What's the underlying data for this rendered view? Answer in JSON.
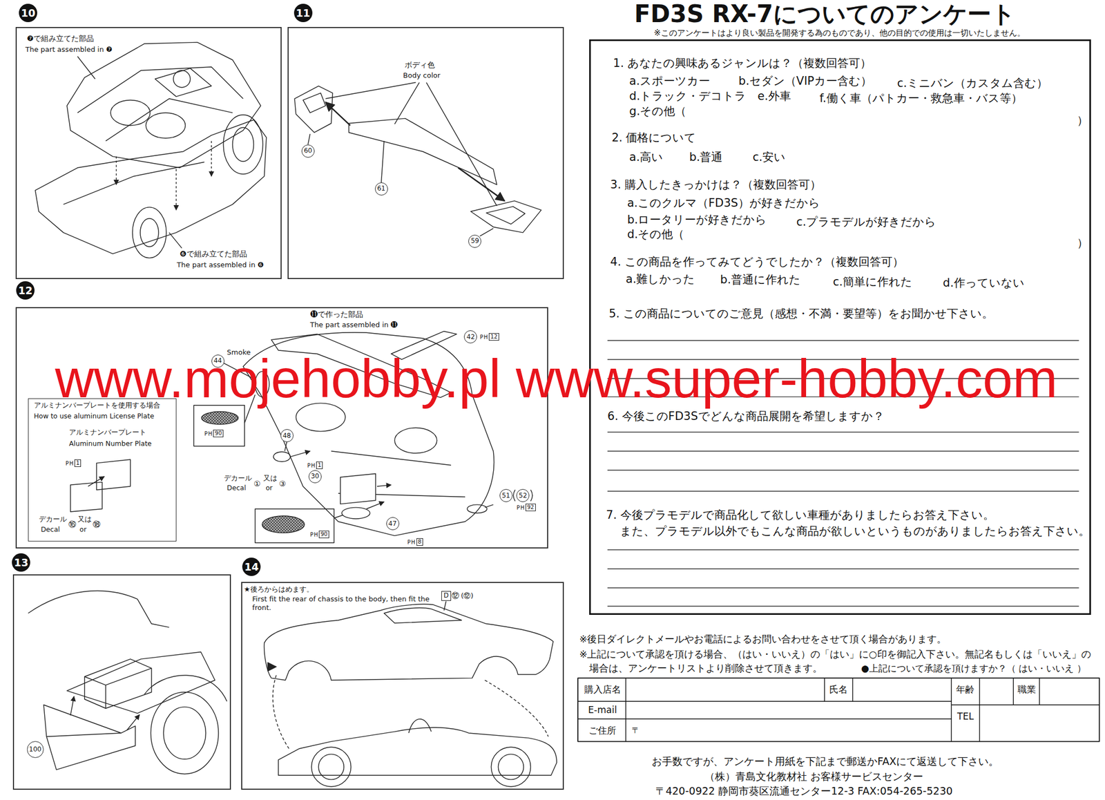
{
  "diagram": {
    "title": "FD3S RX-7についてのアンケート",
    "nodes": [
      {
        "text": [
          "10",
          "❼で組み立てた部品",
          "The part assembled in ❼",
          "❻で組み立てた部品",
          "The part assembled in ❻"
        ]
      },
      {
        "text": [
          "11",
          "ボディ色",
          "Body color"
        ]
      },
      {
        "text": [
          "60"
        ],
        "in": 1
      },
      {
        "text": [
          "61"
        ],
        "in": 1
      },
      {
        "text": [
          "59"
        ],
        "in": 1
      },
      {
        "text": [
          "12",
          "⓫で作った部品",
          "The part assembled in ⓫",
          "Smoke",
          "デカール",
          "Decal",
          "①",
          "又は",
          "or",
          "③"
        ]
      },
      {
        "text": [
          "42"
        ],
        "in": 5
      },
      {
        "text": [
          "PH",
          "12"
        ],
        "in": 5
      },
      {
        "text": [
          "44"
        ],
        "in": 5
      },
      {
        "text": [
          "アルミナンバープレートを使用する場合",
          "How to use aluminum License Plate",
          "アルミナンバープレート",
          "Aluminum Number Plate",
          "デカール",
          "Decal",
          "⑯",
          "又は",
          "or",
          "⑱"
        ],
        "in": 5
      },
      {
        "text": [
          "PH",
          "1"
        ],
        "in": 9
      },
      {
        "text": [
          "PH",
          "90"
        ],
        "in": 5
      },
      {
        "text": [
          "48"
        ],
        "in": 5
      },
      {
        "text": [
          "PH",
          "1"
        ],
        "in": 5
      },
      {
        "text": [
          "30"
        ],
        "in": 5
      },
      {
        "text": [
          "PH",
          "90"
        ],
        "in": 5
      },
      {
        "text": [
          "47"
        ],
        "in": 5
      },
      {
        "text": [
          "PH",
          "8"
        ],
        "in": 5
      },
      {
        "text": [
          "51"
        ],
        "in": 5
      },
      {
        "text": [
          "52"
        ],
        "in": 5
      },
      {
        "text": [
          "PH",
          "92"
        ],
        "in": 5
      },
      {
        "text": [
          "13"
        ]
      },
      {
        "text": [
          "100"
        ],
        "in": 21
      },
      {
        "text": [
          "14",
          "★後ろからはめます。",
          "First fit the rear of chassis to the body, then fit the front.",
          "⑫",
          "(⑫)"
        ]
      },
      {
        "text": [
          "D"
        ],
        "in": 23
      },
      {
        "text": [
          "1. あなたの興味あるジャンルは？（複数回答可）",
          "a.スポーツカー",
          "b.セダン（VIPカー含む）",
          "c.ミニバン（カスタム含む）",
          "d.トラック・デコトラ",
          "e.外車",
          "f.働く車（パトカー・救急車・バス等）",
          "g.その他（",
          "）",
          "2. 価格について",
          "a.高い",
          "b.普通",
          "c.安い",
          "3. 購入したきっかけは？（複数回答可）",
          "a.このクルマ（FD3S）が好きだから",
          "b.ロータリーが好きだから",
          "c.プラモデルが好きだから",
          "d.その他（",
          "）",
          "4. この商品を作ってみてどうでしたか？（複数回答可）",
          "a.難しかった",
          "b.普通に作れた",
          "c.簡単に作れた",
          "d.作っていない",
          "5. この商品についてのご意見（感想・不満・要望等）をお聞かせ下さい。",
          "6. 今後このFD3Sでどんな商品展開を希望しますか？",
          "7. 今後プラモデルで商品化して欲しい車種がありましたらお答え下さい。",
          "また、プラモデル以外でもこんな商品が欲しいというものがありましたらお答え下さい。"
        ]
      }
    ],
    "labels": [
      "※このアンケートはより良い製品を開発する為のものであり、他の目的での使用は一切いたしません。",
      "www.mojehobby.pl www.super-hobby.com",
      "※後日ダイレクトメールやお電話によるお問い合わせをさせて頂く場合があります。",
      "※上記について承認を頂ける場合、（はい・いいえ）の「はい」に○印を御記入下さい。無記名もしくは「いいえ」の",
      "場合は、アンケートリストより削除させて頂きます。",
      "●上記について承認を頂けますか？（ はい・いいえ ）",
      "購入店名",
      "氏名",
      "年齢",
      "職業",
      "E-mail",
      "TEL",
      "ご住所",
      "〒",
      "お手数ですが、アンケート用紙を下記まで郵送かFAXにて返送して下さい。",
      "（株）青島文化教材社 お客様サービスセンター",
      "〒420-0922 静岡市葵区流通センター12-3 FAX:054-265-5230"
    ]
  }
}
